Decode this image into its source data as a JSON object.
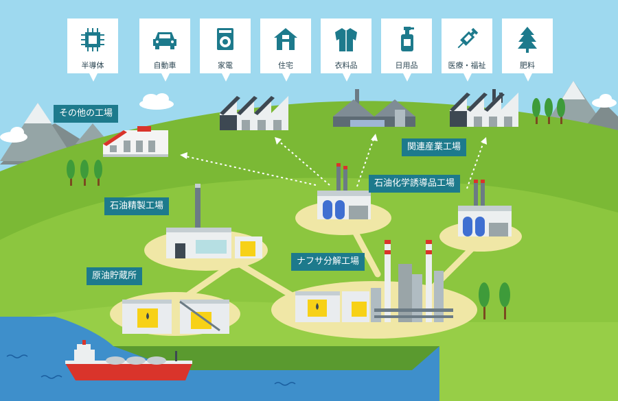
{
  "categories": [
    {
      "label": "半導体",
      "icon": "semiconductor-chip-icon"
    },
    {
      "label": "自動車",
      "icon": "car-icon"
    },
    {
      "label": "家電",
      "icon": "washing-machine-icon"
    },
    {
      "label": "住宅",
      "icon": "house-icon"
    },
    {
      "label": "衣料品",
      "icon": "shirt-icon"
    },
    {
      "label": "日用品",
      "icon": "spray-bottle-icon"
    },
    {
      "label": "医療・福祉",
      "icon": "syringe-icon"
    },
    {
      "label": "肥料",
      "icon": "tree-icon"
    }
  ],
  "labels": {
    "other_factories": "その他の工場",
    "related_industry_factories": "関連産業工場",
    "petrochemical_derivatives_factory": "石油化学誘導品工場",
    "oil_refinery": "石油精製工場",
    "naphtha_cracking_factory": "ナフサ分解工場",
    "crude_oil_storage": "原油貯蔵所"
  },
  "colors": {
    "sky": "#9ed9ef",
    "hill": "#8cc63f",
    "sea": "#3e8fcb",
    "label_bg": "#1d7a8c",
    "tank_yellow": "#f7d117",
    "ship_red": "#d9342b"
  }
}
